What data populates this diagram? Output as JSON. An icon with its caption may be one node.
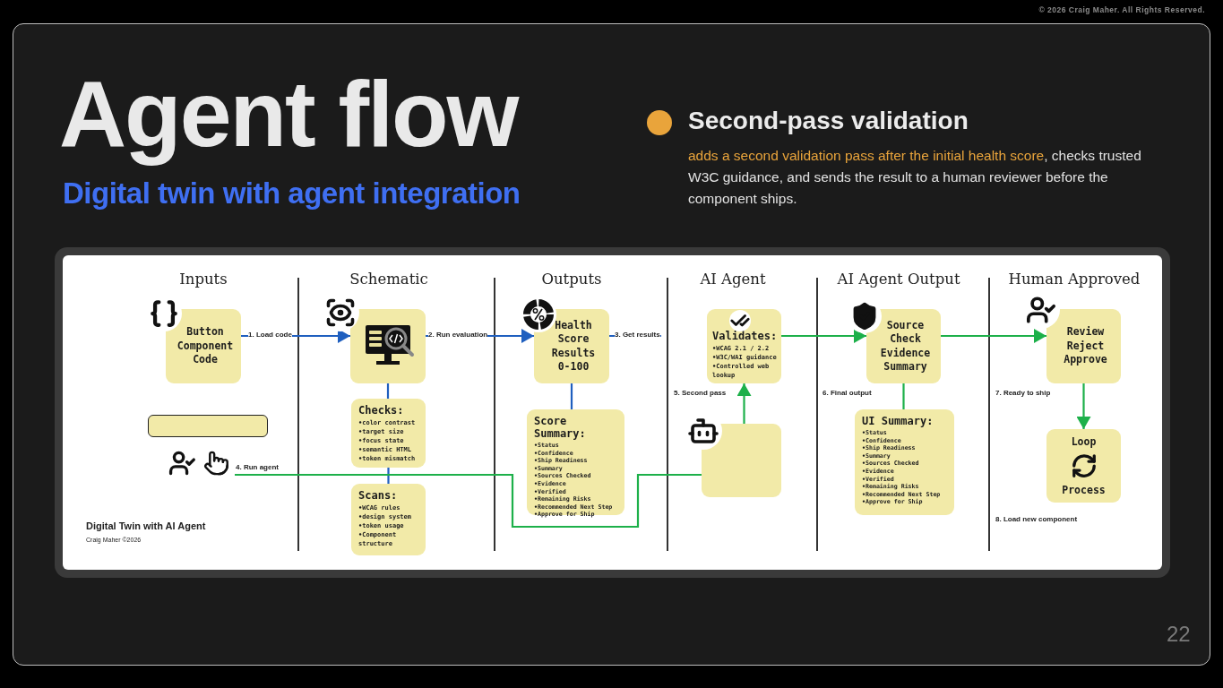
{
  "diagram": {
    "title": "Agent flow",
    "nodes": [
      {
        "text": [
          "Button Component Code"
        ]
      },
      {
        "text": [],
        "shape": "box"
      },
      {
        "text": [],
        "shape": "picture"
      },
      {
        "text": [],
        "shape": "box"
      },
      {
        "text": [
          "Checks:",
          "•color contrast",
          "•target size",
          "•focus state",
          "•semantic HTML",
          "•token mismatch"
        ]
      },
      {
        "text": [
          "Scans:",
          "•WCAG rules",
          "•design system",
          "•token usage",
          "•Component structure"
        ]
      },
      {
        "text": [
          "Health Score Results 0-100"
        ]
      },
      {
        "text": [
          "Score Summary:",
          "•Status",
          "•Confidence",
          "•Ship Readiness",
          "•Summary",
          "•Sources Checked",
          "•Evidence",
          "•Verified",
          "•Remaining Risks",
          "•Recommended Next Step",
          "•Approve for Ship"
        ]
      },
      {
        "text": [
          "Validates:",
          "•WCAG 2.1 / 2.2",
          "•W3C/WAI guidance",
          "•Controlled web lookup"
        ]
      },
      {
        "text": [],
        "shape": "box"
      },
      {
        "text": [
          "Source Check Evidence Summary"
        ]
      },
      {
        "text": [
          "UI Summary:",
          "•Status",
          "•Confidence",
          "•Ship Readiness",
          "•Summary",
          "•Sources Checked",
          "•Evidence",
          "•Verified",
          "•Remaining Risks",
          "•Recommended Next Step",
          "•Approve for Ship"
        ]
      },
      {
        "text": [
          "Review Reject Approve"
        ]
      },
      {
        "text": [
          "Loop",
          "Process"
        ]
      }
    ],
    "edges": [
      {
        "from": 0,
        "to": 3,
        "arrow": "to",
        "label": "1. Load code",
        "color": "#1f5fbf"
      },
      {
        "from": 3,
        "to": 6,
        "arrow": "to",
        "label": "2. Run evaluation",
        "color": "#1f5fbf"
      },
      {
        "from": 6,
        "to": null,
        "arrow": "none",
        "label": "3. Get results",
        "color": "#1f5fbf"
      },
      {
        "from": 3,
        "to": 4,
        "arrow": "none",
        "color": "#1f5fbf"
      },
      {
        "from": 4,
        "to": 5,
        "arrow": "none",
        "color": "#1f5fbf"
      },
      {
        "from": 6,
        "to": 7,
        "arrow": "none",
        "color": "#1f5fbf"
      },
      {
        "from": 2,
        "to": 9,
        "arrow": "none",
        "label": "4. Run agent",
        "color": "#1db04a"
      },
      {
        "from": 9,
        "to": 8,
        "arrow": "to",
        "label": "5. Second pass",
        "color": "#1db04a"
      },
      {
        "from": 8,
        "to": 10,
        "arrow": "to",
        "color": "#1db04a"
      },
      {
        "from": 10,
        "to": 11,
        "arrow": "none",
        "label": "6. Final output",
        "color": "#1db04a"
      },
      {
        "from": 10,
        "to": 12,
        "arrow": "to",
        "color": "#1db04a"
      },
      {
        "from": 12,
        "to": 13,
        "arrow": "to",
        "label": "7. Ready to ship",
        "color": "#1db04a"
      }
    ],
    "labels": [
      "© 2026 Craig Maher. All Rights Reserved.",
      "Digital twin with agent integration",
      "Second-pass validation",
      "**adds a second validation pass after the initial health score**, checks trusted W3C guidance, and sends the result to a human reviewer before the component ships.",
      "Inputs",
      "Schematic",
      "Outputs",
      "AI Agent",
      "AI Agent Output",
      "Human Approved",
      "8. Load new component",
      "Digital Twin with AI Agent",
      "Craig Maher ©2026",
      "22"
    ]
  }
}
